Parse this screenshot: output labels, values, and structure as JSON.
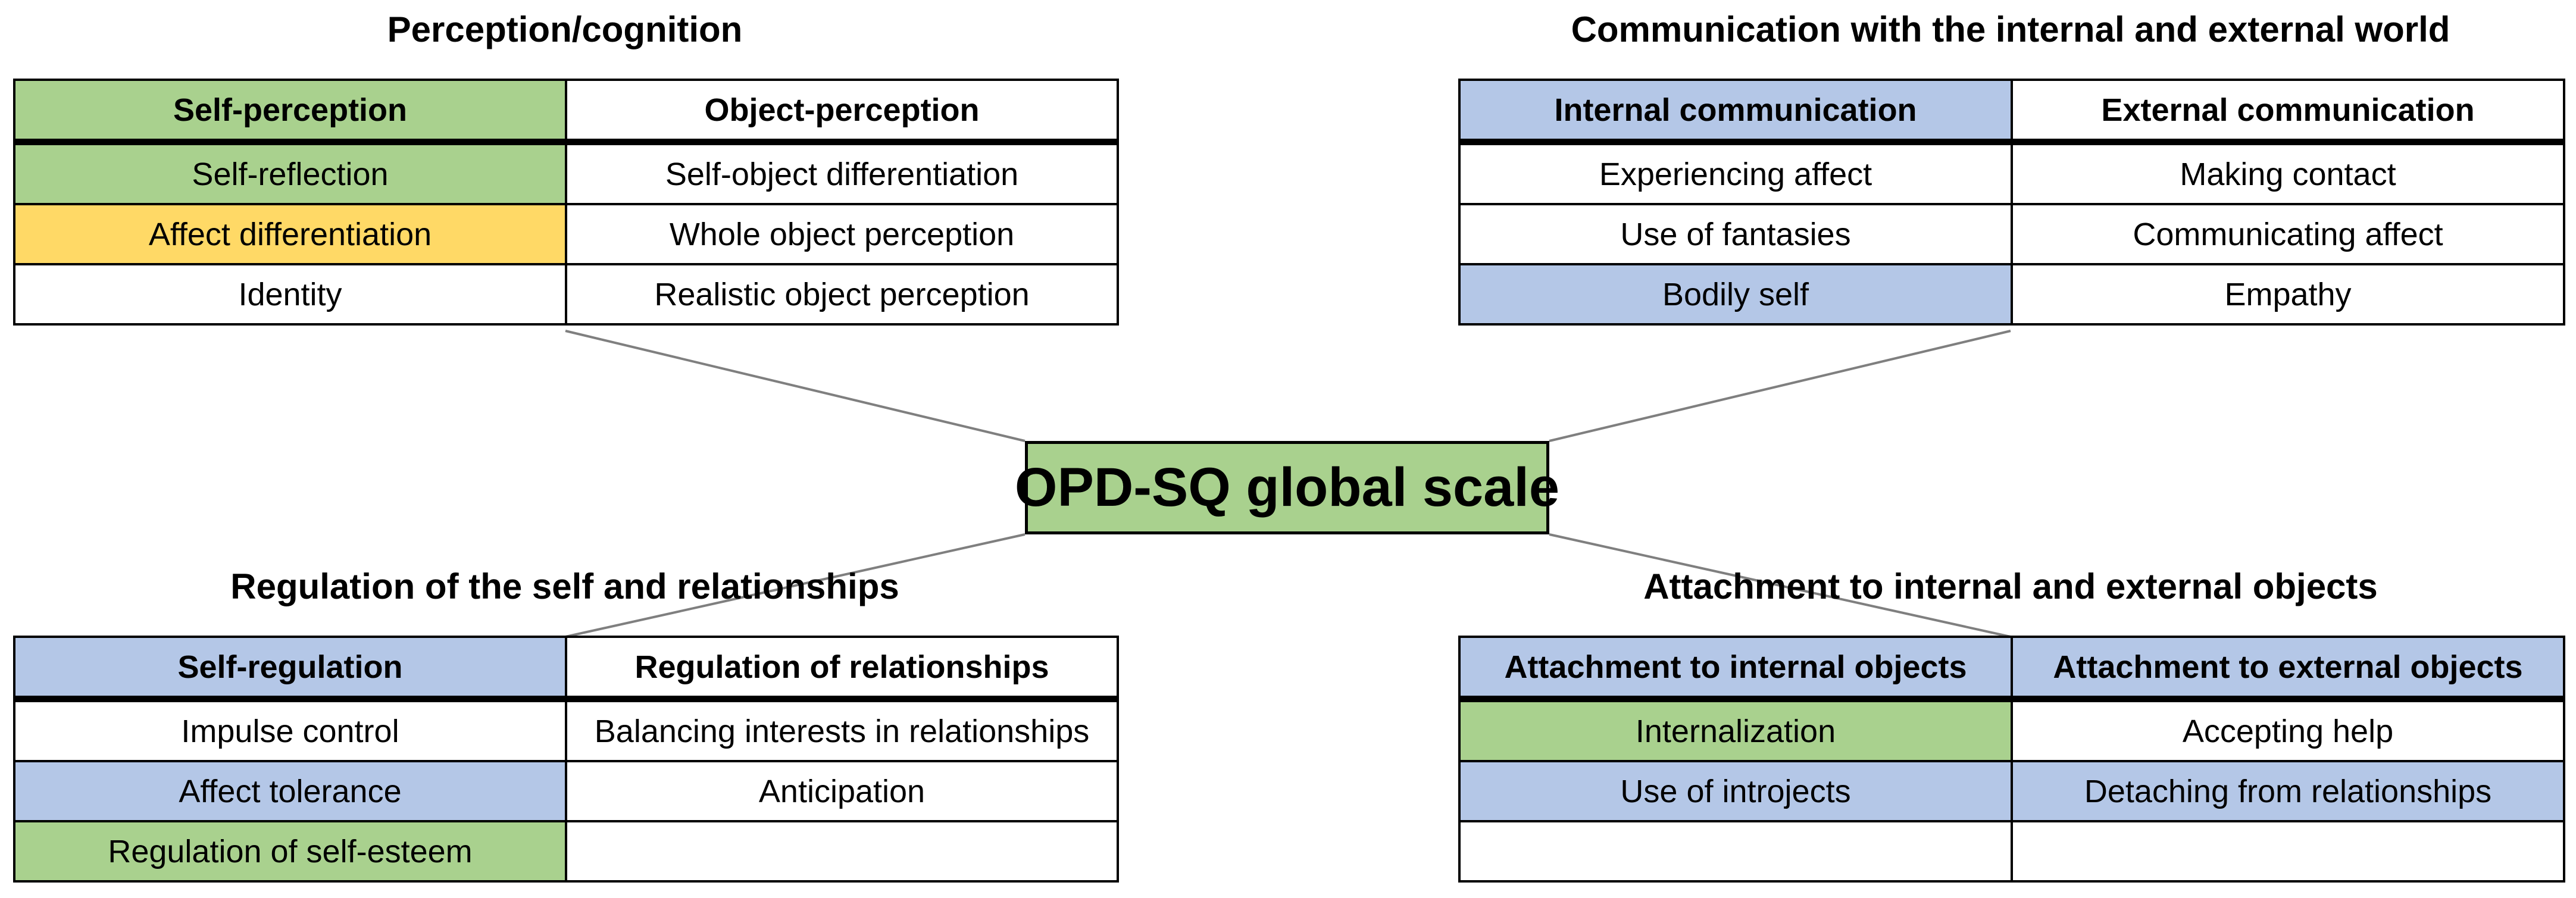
{
  "center": {
    "label": "OPD-SQ global scale"
  },
  "colors": {
    "green": "#a9d18e",
    "blue": "#b4c7e7",
    "yellow": "#ffd966",
    "white": "#ffffff"
  },
  "domains": [
    {
      "title": "Perception/cognition",
      "rows": [
        [
          {
            "text": "Self-perception",
            "color": "green"
          },
          {
            "text": "Object-perception",
            "color": "white"
          }
        ],
        [
          {
            "text": "Self-reflection",
            "color": "green"
          },
          {
            "text": "Self-object differentiation",
            "color": "white"
          }
        ],
        [
          {
            "text": "Affect differentiation",
            "color": "yellow"
          },
          {
            "text": "Whole object perception",
            "color": "white"
          }
        ],
        [
          {
            "text": "Identity",
            "color": "white"
          },
          {
            "text": "Realistic object perception",
            "color": "white"
          }
        ]
      ]
    },
    {
      "title": "Communication with the internal and external world",
      "rows": [
        [
          {
            "text": "Internal communication",
            "color": "blue"
          },
          {
            "text": "External communication",
            "color": "white"
          }
        ],
        [
          {
            "text": "Experiencing affect",
            "color": "white"
          },
          {
            "text": "Making contact",
            "color": "white"
          }
        ],
        [
          {
            "text": "Use of fantasies",
            "color": "white"
          },
          {
            "text": "Communicating affect",
            "color": "white"
          }
        ],
        [
          {
            "text": "Bodily self",
            "color": "blue"
          },
          {
            "text": "Empathy",
            "color": "white"
          }
        ]
      ]
    },
    {
      "title": "Regulation of the self and relationships",
      "rows": [
        [
          {
            "text": "Self-regulation",
            "color": "blue"
          },
          {
            "text": "Regulation of relationships",
            "color": "white"
          }
        ],
        [
          {
            "text": "Impulse control",
            "color": "white"
          },
          {
            "text": "Balancing interests in relationships",
            "color": "white"
          }
        ],
        [
          {
            "text": "Affect tolerance",
            "color": "blue"
          },
          {
            "text": "Anticipation",
            "color": "white"
          }
        ],
        [
          {
            "text": "Regulation of self-esteem",
            "color": "green"
          },
          {
            "text": "",
            "color": "white"
          }
        ]
      ]
    },
    {
      "title": "Attachment to internal and external objects",
      "rows": [
        [
          {
            "text": "Attachment to internal objects",
            "color": "blue"
          },
          {
            "text": "Attachment to external objects",
            "color": "blue"
          }
        ],
        [
          {
            "text": "Internalization",
            "color": "green"
          },
          {
            "text": "Accepting help",
            "color": "white"
          }
        ],
        [
          {
            "text": "Use of introjects",
            "color": "blue"
          },
          {
            "text": "Detaching from relationships",
            "color": "blue"
          }
        ],
        [
          {
            "text": "",
            "color": "white"
          },
          {
            "text": "",
            "color": "white"
          }
        ]
      ]
    }
  ]
}
